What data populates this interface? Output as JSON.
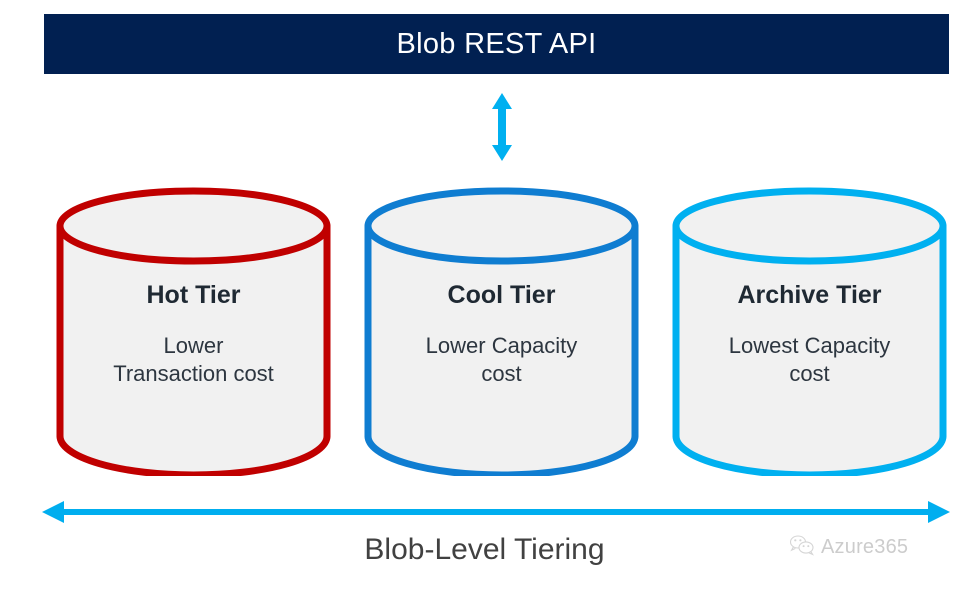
{
  "header": {
    "title": "Blob REST API",
    "background_color": "#012051",
    "text_color": "#FFFFFF"
  },
  "connector": {
    "vertical_arrow_name": "bidirectional-vertical-arrow",
    "color": "#00B0F0"
  },
  "tiers": [
    {
      "id": "hot",
      "title": "Hot Tier",
      "subtitle": "Lower\nTransaction cost",
      "subtitle_line1": "Lower",
      "subtitle_line2": "Transaction cost",
      "outline_color": "#C00000",
      "fill_color": "#F1F1F1"
    },
    {
      "id": "cool",
      "title": "Cool Tier",
      "subtitle": "Lower Capacity\ncost",
      "subtitle_line1": "Lower Capacity",
      "subtitle_line2": "cost",
      "outline_color": "#0F7DD1",
      "fill_color": "#F1F1F1"
    },
    {
      "id": "archive",
      "title": "Archive Tier",
      "subtitle": "Lowest Capacity\ncost",
      "subtitle_line1": "Lowest Capacity",
      "subtitle_line2": "cost",
      "outline_color": "#00B0F0",
      "fill_color": "#F1F1F1"
    }
  ],
  "bottom": {
    "arrow_name": "bidirectional-horizontal-arrow",
    "arrow_color": "#00AEEF",
    "caption": "Blob-Level Tiering",
    "caption_color": "#414141"
  },
  "watermark": {
    "icon": "wechat-icon",
    "label": "Azure365",
    "color": "#B9B9B9"
  }
}
